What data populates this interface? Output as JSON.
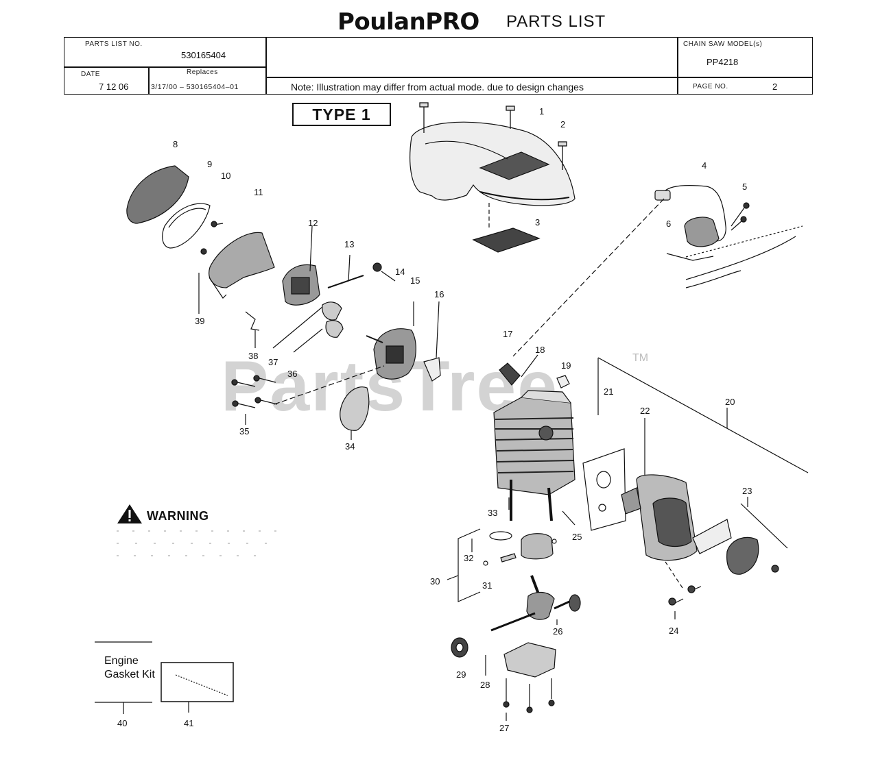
{
  "header": {
    "parts_list_no_label": "PARTS LIST NO.",
    "parts_list_no": "530165404",
    "date_label": "DATE",
    "date": "7 12 06",
    "replaces_label": "Replaces",
    "replaces": "3/17/00 – 530165404–01",
    "brand": "PoulanPRO",
    "subtitle": "PARTS LIST",
    "note": "Note: Illustration may differ from actual mode. due to design changes",
    "model_label": "CHAIN SAW MODEL(s)",
    "model": "PP4218",
    "page_label": "PAGE  NO.",
    "page": "2"
  },
  "type_label": "TYPE 1",
  "warning": {
    "label": "WARNING"
  },
  "kit": {
    "label": "Engine Gasket Kit"
  },
  "watermark": {
    "text": "PartsTree",
    "tm": "TM"
  },
  "callouts": [
    "1",
    "2",
    "3",
    "4",
    "5",
    "6",
    "8",
    "9",
    "10",
    "11",
    "12",
    "13",
    "14",
    "15",
    "16",
    "17",
    "18",
    "19",
    "20",
    "21",
    "22",
    "23",
    "24",
    "25",
    "26",
    "27",
    "28",
    "29",
    "30",
    "31",
    "32",
    "33",
    "34",
    "35",
    "36",
    "37",
    "38",
    "39",
    "40",
    "41"
  ]
}
